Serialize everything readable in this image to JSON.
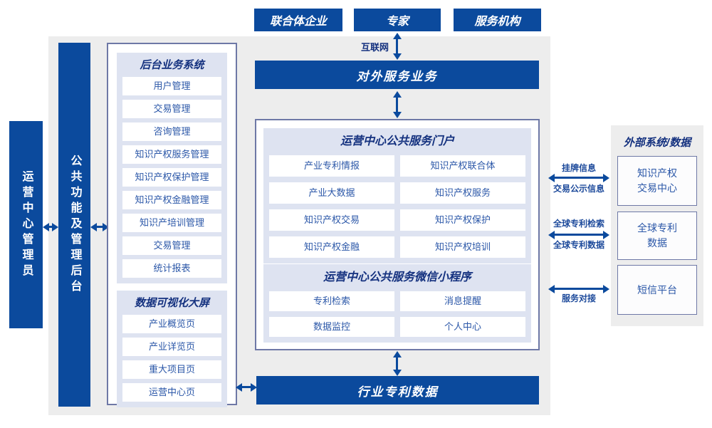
{
  "colors": {
    "primary_blue": "#0b4a9d",
    "heading_navy": "#14317f",
    "item_blue": "#2b57a8",
    "panel_gray": "#ededed",
    "lavender": "#dee3f1",
    "border_slate": "#6e78a6"
  },
  "top_actors": {
    "items": [
      {
        "label": "联合体企业"
      },
      {
        "label": "专家"
      },
      {
        "label": "服务机构"
      }
    ]
  },
  "connectors": {
    "internet_label": "互联网"
  },
  "external_service_bar": {
    "label": "对外服务业务"
  },
  "industry_data_bar": {
    "label": "行业专利数据"
  },
  "left_bars": {
    "operator": "运营中心管理员",
    "backend": "公共功能及管理后台"
  },
  "admin_system": {
    "title": "后台业务系统",
    "items": [
      "用户管理",
      "交易管理",
      "咨询管理",
      "知识产权服务管理",
      "知识产权保护管理",
      "知识产权金融管理",
      "知识产培训管理",
      "交易管理",
      "统计报表"
    ]
  },
  "dashboard": {
    "title": "数据可视化大屏",
    "items": [
      "产业概览页",
      "产业详览页",
      "重大项目页",
      "运营中心页"
    ]
  },
  "portal": {
    "title": "运营中心公共服务门户",
    "items": [
      "产业专利情报",
      "知识产权联合体",
      "产业大数据",
      "知识产权服务",
      "知识产权交易",
      "知识产权保护",
      "知识产权金融",
      "知识产权培训"
    ]
  },
  "miniprogram": {
    "title": "运营中心公共服务微信小程序",
    "items": [
      "专利检索",
      "消息提醒",
      "数据监控",
      "个人中心"
    ]
  },
  "external_systems": {
    "title": "外部系统/数据",
    "boxes": [
      "知识产权\n交易中心",
      "全球专利\n数据",
      "短信平台"
    ],
    "link_labels": {
      "l1_top": "挂牌信息",
      "l1_bottom": "交易公示信息",
      "l2_top": "全球专利检索",
      "l2_bottom": "全球专利数据",
      "l3_bottom": "服务对接"
    }
  }
}
